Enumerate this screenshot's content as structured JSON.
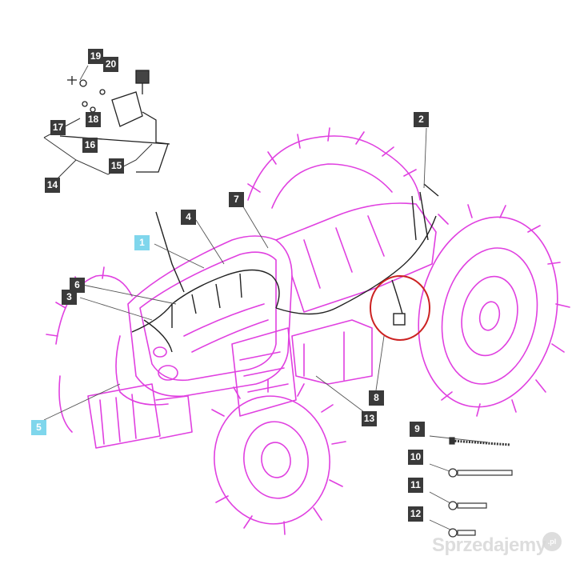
{
  "colors": {
    "tractor_outline": "#e040e0",
    "wiring": "#222222",
    "highlight_circle": "#cc2222",
    "callout_dark": "#3a3a3a",
    "callout_blue": "#7fd6ec"
  },
  "callouts": {
    "c1": "1",
    "c2": "2",
    "c3": "3",
    "c4": "4",
    "c5": "5",
    "c6": "6",
    "c7": "7",
    "c8": "8",
    "c9": "9",
    "c10": "10",
    "c11": "11",
    "c12": "12",
    "c13": "13",
    "c14": "14",
    "c15": "15",
    "c16": "16",
    "c17": "17",
    "c18": "18",
    "c19": "19",
    "c20": "20"
  },
  "watermark": {
    "text": "Sprzedajemy",
    "logo_text": ".pl"
  }
}
